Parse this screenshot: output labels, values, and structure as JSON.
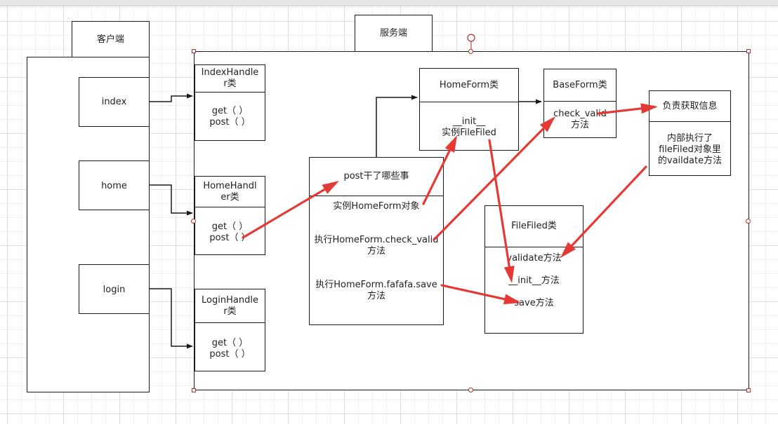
{
  "client": {
    "title": "客户端",
    "buttons": [
      "index",
      "home",
      "login"
    ]
  },
  "server": {
    "title": "服务端"
  },
  "handlers": [
    {
      "title": "IndexHandler类",
      "methods": "get（ ）\npost（ ）"
    },
    {
      "title": "HomeHandler类",
      "methods": "get（ ）\npost（ ）"
    },
    {
      "title": "LoginHandler类",
      "methods": "get（ ）\npost（ ）"
    }
  ],
  "post_box": {
    "title": "post干了哪些事",
    "steps": [
      "实例HomeForm对象",
      "执行HomeForm.check_valid\n方法",
      "执行HomeForm.fafafa.save\n方法"
    ]
  },
  "homeform": {
    "title": "HomeForm类",
    "body": "__init__\n实例FileFiled"
  },
  "baseform": {
    "title": "BaseForm类",
    "body": "check_valid\n方法"
  },
  "info": {
    "title": "负责获取信息",
    "body": "内部执行了\nfileFiled对象里\n的vaildate方法"
  },
  "filefiled": {
    "title": "FileFiled类",
    "methods": [
      "validate方法",
      "__init__方法",
      "save方法"
    ]
  },
  "colors": {
    "arrow_red": "#e53935",
    "line": "#1a1a1a",
    "selection": "#b03030"
  }
}
